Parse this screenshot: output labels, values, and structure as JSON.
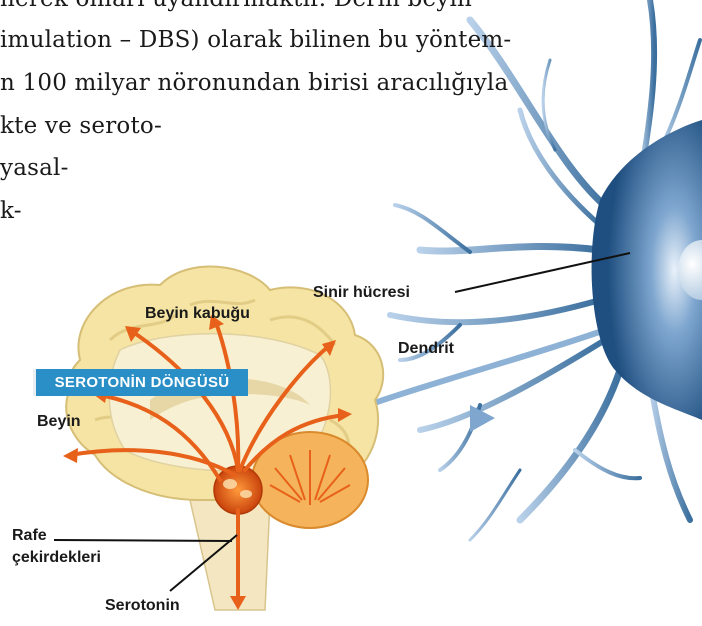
{
  "body_text": [
    "nerek onları uyandırmaktır. Derin beyin",
    "imulation – DBS) olarak bilinen bu yöntem-",
    "n 100 milyar nöronundan birisi aracılığıyla",
    "kte ve seroto-",
    "yasal-",
    "k-"
  ],
  "labels": {
    "sinir_hucresi": "Sinir hücresi",
    "beyin_kabugu": "Beyin kabuğu",
    "dendrit": "Dendrit",
    "beyin": "Beyin",
    "rafe_line1": "Rafe",
    "rafe_line2": "çekirdekleri",
    "serotonin": "Serotonin"
  },
  "badge": {
    "title": "SEROTONİN DÖNGÜSÜ",
    "color": "#2a8fc6"
  },
  "colors": {
    "neuron": "#3b6f9e",
    "brain_fill": "#f3e3a8",
    "arrow": "#e8611a",
    "cerebellum": "#f5b45b"
  },
  "icons": [
    "neuron-illustration",
    "brain-illustration",
    "arrow-icon"
  ]
}
